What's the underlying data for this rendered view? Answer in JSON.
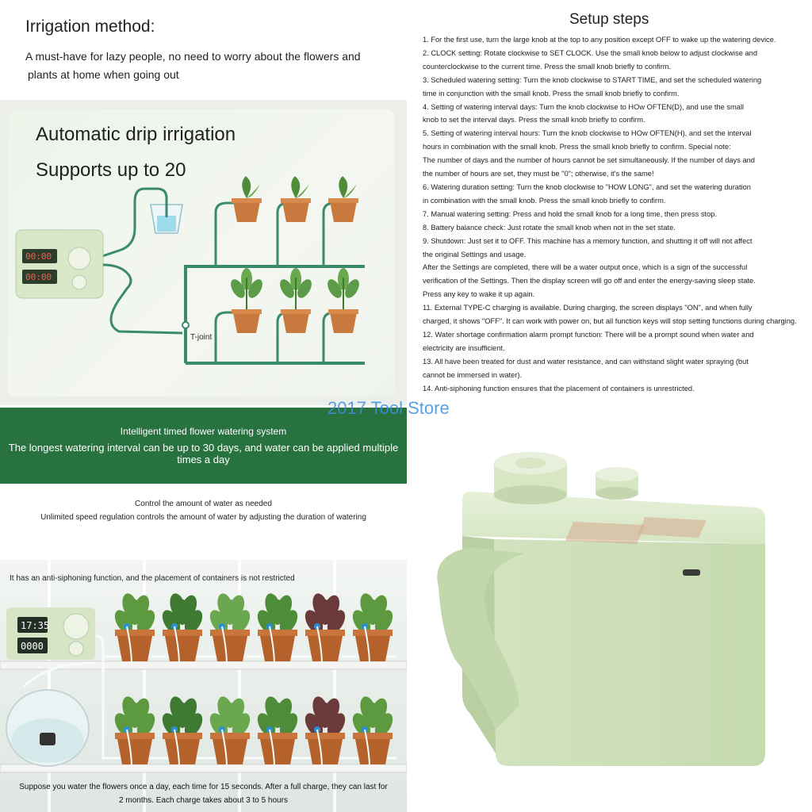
{
  "irrigation": {
    "title": "Irrigation method:",
    "desc_line1": "A must-have for lazy people, no need to worry about the flowers and",
    "desc_line2": "plants at home when going out"
  },
  "diagram": {
    "heading1": "Automatic drip irrigation",
    "heading2": "Supports up to 20",
    "tjoint_label": "T-joint"
  },
  "banner": {
    "line1": "Intelligent timed flower watering system",
    "line2": "The longest watering interval can be up to 30 days, and water can be applied multiple times a day"
  },
  "control": {
    "line1": "Control the amount of water as needed",
    "line2": "Unlimited speed regulation controls the amount of water by adjusting the duration of watering"
  },
  "shelf": {
    "anti_siphon": "It has an anti-siphoning function, and the placement of containers is not restricted",
    "display_top": "17:35",
    "display_bottom": "0000",
    "suppose_line1": "Suppose you water the flowers once a day, each time for 15 seconds. After a full charge, they can last for",
    "suppose_line2": "2 months. Each charge takes about 3 to 5 hours"
  },
  "setup": {
    "title": "Setup steps",
    "lines": [
      "1. For the first use, turn the large knob at the top to any position except OFF to wake up the watering device.",
      "2. CLOCK setting: Rotate clockwise to SET CLOCK. Use the small knob below to adjust clockwise and",
      " counterclockwise to the current time. Press the small knob briefly to confirm.",
      "3. Scheduled watering setting: Turn the knob clockwise to START TIME, and set the scheduled watering",
      "time in conjunction with the small knob. Press the small knob briefly to confirm.",
      "4. Setting of watering interval days: Turn the knob clockwise to HOw OFTEN(D), and use the small",
      "knob to set the interval days. Press the small knob briefly to confirm.",
      "5. Setting of watering interval hours: Turn the knob clockwise to HOw OFTEN(H), and set the interval",
      "hours in combination with the small knob. Press the small knob briefly to confirm. Special note:",
      "The number of days and the number of hours cannot be set simultaneously. If the number of days and",
      "the number of hours are set, they must be \"0\"; otherwise, it's the same!",
      "6. Watering duration setting: Turn the knob clockwise to \"HOW LONG\", and set the watering duration",
      "in combination with the small knob. Press the small knob briefly to confirm.",
      "7. Manual watering setting: Press and hold the small knob for a long time, then press stop.",
      "8. Battery balance check: Just rotate the small knob when not in the set state.",
      "9. Shutdown: Just set it to OFF. This machine has a memory function, and shutting it off will not affect",
      "the original Settings and usage.",
      "After the Settings are completed, there will be a water output once, which is a sign of the successful",
      "verification of the Settings. Then the display screen will go off and enter the energy-saving sleep state.",
      " Press any key to wake it up again.",
      "11. External TYPE-C charging is available. During charging, the screen displays \"ON\", and when fully",
      "charged, it shows \"OFF\". It can work with power on, but all function keys will stop setting functions during charging.",
      "12. Water shortage confirmation alarm prompt function: There will be a prompt sound when water and",
      "electricity are insufficient.",
      "13. All have been treated for dust and water resistance, and can withstand slight water spraying (but",
      "cannot be immersed in water).",
      "14. Anti-siphoning function ensures that the placement of containers is unrestricted."
    ]
  },
  "watermark": "2017 Tool Store",
  "colors": {
    "banner_green": "#27723f",
    "pipe_green": "#3a8a6e",
    "device_green": "#d9e8c8",
    "pot_terracotta": "#c8793d",
    "watermark_blue": "#3d8fe0"
  }
}
